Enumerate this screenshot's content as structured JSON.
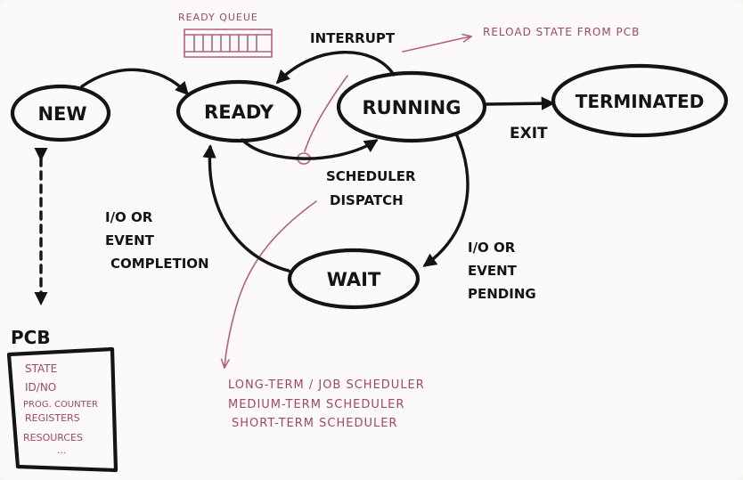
{
  "states": {
    "new": "NEW",
    "ready": "READY",
    "running": "RUNNING",
    "terminated": "TERMINATED",
    "wait": "WAIT"
  },
  "ready_queue_label": "READY QUEUE",
  "transitions": {
    "interrupt": "INTERRUPT",
    "exit": "EXIT",
    "scheduler_dispatch": [
      "SCHEDULER",
      "DISPATCH"
    ],
    "io_event_completion": [
      "I/O OR",
      "EVENT",
      "COMPLETION"
    ],
    "io_event_pending": [
      "I/O OR",
      "EVENT",
      "PENDING"
    ]
  },
  "reload_note": "RELOAD STATE FROM PCB",
  "pcb": {
    "title": "PCB",
    "fields": [
      "STATE",
      "ID/NO",
      "PROG. COUNTER",
      "REGISTERS",
      "RESOURCES",
      "..."
    ]
  },
  "schedulers": [
    "LONG-TERM / JOB SCHEDULER",
    "MEDIUM-TERM SCHEDULER",
    "SHORT-TERM SCHEDULER"
  ],
  "colors": {
    "ink": "#141414",
    "accent": "#a04767",
    "paper": "#fbfaf8"
  }
}
